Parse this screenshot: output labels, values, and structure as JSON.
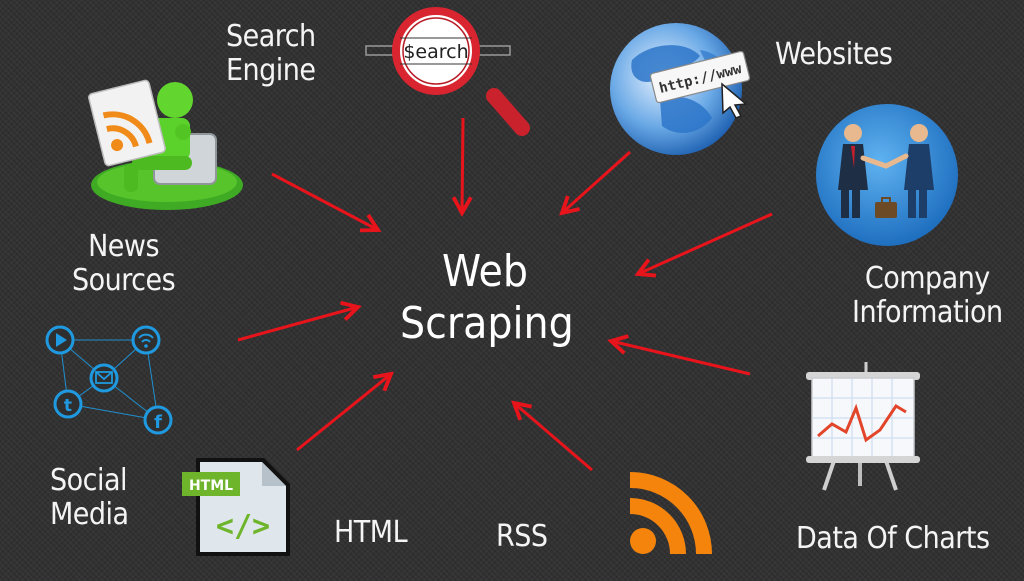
{
  "center": {
    "line1": "Web",
    "line2": "Scraping"
  },
  "labels": {
    "search_engine_1": "Search",
    "search_engine_2": "Engine",
    "websites": "Websites",
    "news_1": "News",
    "news_2": "Sources",
    "company_1": "Company",
    "company_2": "Information",
    "social_1": "Social",
    "social_2": "Media",
    "html": "HTML",
    "rss": "RSS",
    "charts": "Data Of Charts"
  },
  "icons": {
    "search_text": "$earch",
    "url_text": "http://www",
    "html_tag": "HTML",
    "code_glyph": "</>"
  },
  "colors": {
    "arrow": "#e8141b",
    "rss_orange": "#f5840c",
    "social_blue": "#1f9ae0",
    "green_figure": "#4fc41f",
    "globe_blue": "#2f7fd0"
  }
}
